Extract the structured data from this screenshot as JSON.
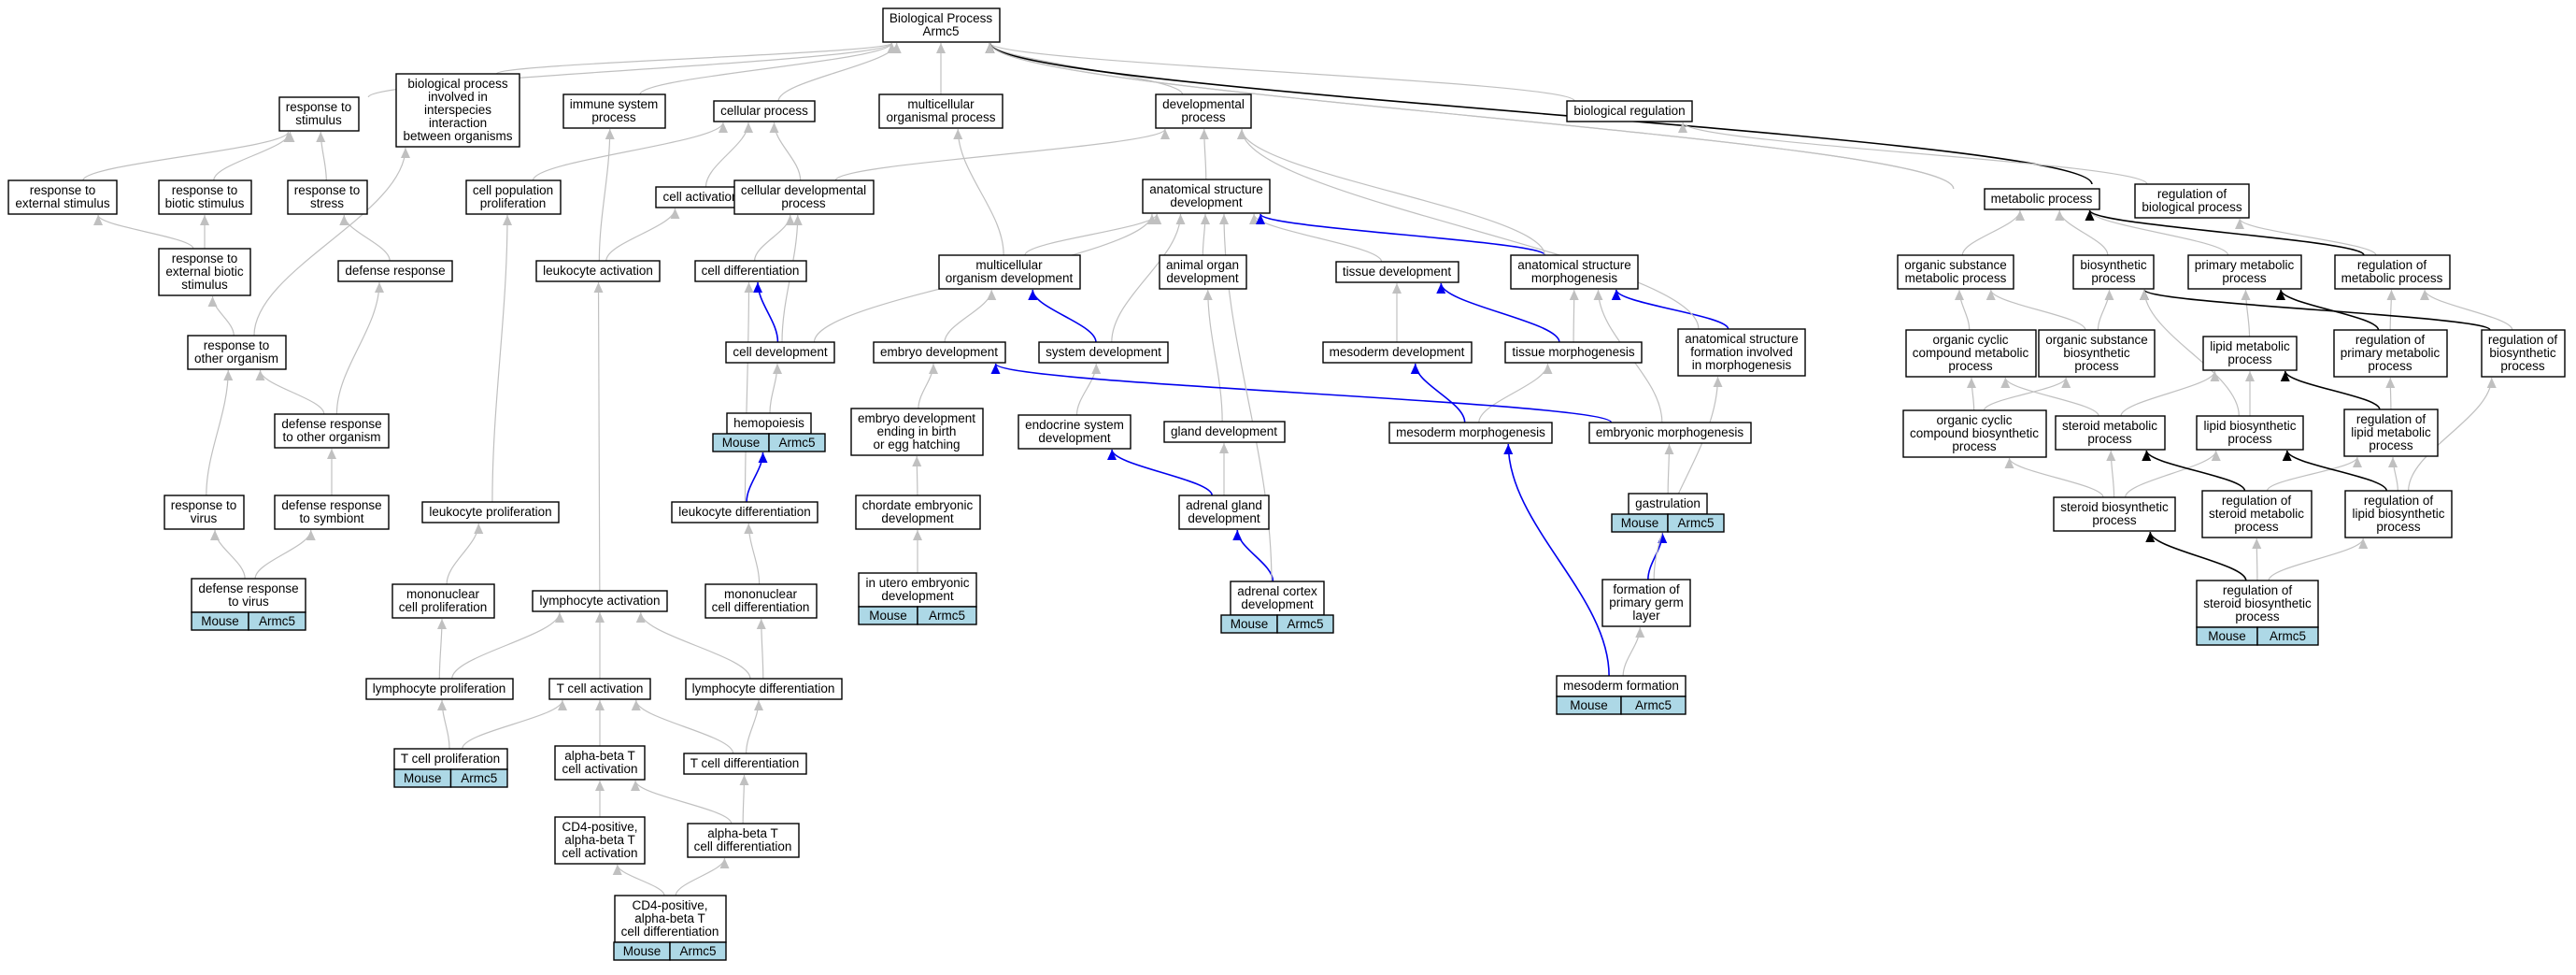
{
  "graph": {
    "colors": {
      "isa": "#c0c0c0",
      "part_of": "#0000ee",
      "regulates": "#000000",
      "annotation_fill": "#add8e6"
    },
    "nodes": [
      {
        "id": "bp",
        "lines": [
          "Biological Process",
          "Armc5"
        ]
      },
      {
        "id": "rts",
        "lines": [
          "response to",
          "stimulus"
        ]
      },
      {
        "id": "bpinter",
        "lines": [
          "biological process",
          "involved in",
          "interspecies",
          "interaction",
          "between organisms"
        ]
      },
      {
        "id": "imm",
        "lines": [
          "immune system",
          "process"
        ]
      },
      {
        "id": "cell",
        "lines": [
          "cellular process"
        ]
      },
      {
        "id": "multi",
        "lines": [
          "multicellular",
          "organismal process"
        ]
      },
      {
        "id": "dev",
        "lines": [
          "developmental",
          "process"
        ]
      },
      {
        "id": "bioreg",
        "lines": [
          "biological regulation"
        ]
      },
      {
        "id": "ext",
        "lines": [
          "response to",
          "external stimulus"
        ]
      },
      {
        "id": "biotic",
        "lines": [
          "response to",
          "biotic stimulus"
        ]
      },
      {
        "id": "stress",
        "lines": [
          "response to",
          "stress"
        ]
      },
      {
        "id": "extbio",
        "lines": [
          "response to",
          "external biotic",
          "stimulus"
        ]
      },
      {
        "id": "defresp",
        "lines": [
          "defense response"
        ]
      },
      {
        "id": "otherorg",
        "lines": [
          "response to",
          "other organism"
        ]
      },
      {
        "id": "defother",
        "lines": [
          "defense response",
          "to other organism"
        ]
      },
      {
        "id": "virus",
        "lines": [
          "response to",
          "virus"
        ]
      },
      {
        "id": "defsym",
        "lines": [
          "defense response",
          "to symbiont"
        ]
      },
      {
        "id": "defvirus",
        "lines": [
          "defense response",
          "to virus"
        ],
        "annot": [
          "Mouse",
          "Armc5"
        ]
      },
      {
        "id": "cpp",
        "lines": [
          "cell population",
          "proliferation"
        ]
      },
      {
        "id": "cellact",
        "lines": [
          "cell activation"
        ]
      },
      {
        "id": "celldevproc",
        "lines": [
          "cellular developmental",
          "process"
        ]
      },
      {
        "id": "leukact",
        "lines": [
          "leukocyte activation"
        ]
      },
      {
        "id": "celldiff",
        "lines": [
          "cell differentiation"
        ]
      },
      {
        "id": "leukprol",
        "lines": [
          "leukocyte proliferation"
        ]
      },
      {
        "id": "celldev",
        "lines": [
          "cell development"
        ]
      },
      {
        "id": "hemo",
        "lines": [
          "hemopoiesis"
        ],
        "annot": [
          "Mouse",
          "Armc5"
        ]
      },
      {
        "id": "leukdiff",
        "lines": [
          "leukocyte differentiation"
        ]
      },
      {
        "id": "mononucprol",
        "lines": [
          "mononuclear",
          "cell proliferation"
        ]
      },
      {
        "id": "lymphact",
        "lines": [
          "lymphocyte activation"
        ]
      },
      {
        "id": "mononucdiff",
        "lines": [
          "mononuclear",
          "cell differentiation"
        ]
      },
      {
        "id": "lymphprol",
        "lines": [
          "lymphocyte proliferation"
        ]
      },
      {
        "id": "tact",
        "lines": [
          "T cell activation"
        ]
      },
      {
        "id": "lymphdiff",
        "lines": [
          "lymphocyte differentiation"
        ]
      },
      {
        "id": "tprol",
        "lines": [
          "T cell proliferation"
        ],
        "annot": [
          "Mouse",
          "Armc5"
        ]
      },
      {
        "id": "abtact",
        "lines": [
          "alpha-beta T",
          "cell activation"
        ]
      },
      {
        "id": "tdiff",
        "lines": [
          "T cell differentiation"
        ]
      },
      {
        "id": "cd4act",
        "lines": [
          "CD4-positive,",
          "alpha-beta T",
          "cell activation"
        ]
      },
      {
        "id": "abtdiff",
        "lines": [
          "alpha-beta T",
          "cell differentiation"
        ]
      },
      {
        "id": "cd4diff",
        "lines": [
          "CD4-positive,",
          "alpha-beta T",
          "cell differentiation"
        ],
        "annot": [
          "Mouse",
          "Armc5"
        ]
      },
      {
        "id": "asd",
        "lines": [
          "anatomical structure",
          "development"
        ]
      },
      {
        "id": "mod",
        "lines": [
          "multicellular",
          "organism development"
        ]
      },
      {
        "id": "aod",
        "lines": [
          "animal organ",
          "development"
        ]
      },
      {
        "id": "tisdev",
        "lines": [
          "tissue development"
        ]
      },
      {
        "id": "asm",
        "lines": [
          "anatomical structure",
          "morphogenesis"
        ]
      },
      {
        "id": "embdev",
        "lines": [
          "embryo development"
        ]
      },
      {
        "id": "sysdev",
        "lines": [
          "system development"
        ]
      },
      {
        "id": "mesodev",
        "lines": [
          "mesoderm development"
        ]
      },
      {
        "id": "tismorph",
        "lines": [
          "tissue morphogenesis"
        ]
      },
      {
        "id": "asf",
        "lines": [
          "anatomical structure",
          "formation involved",
          "in morphogenesis"
        ]
      },
      {
        "id": "embbirth",
        "lines": [
          "embryo development",
          "ending in birth",
          "or egg hatching"
        ]
      },
      {
        "id": "endo",
        "lines": [
          "endocrine system",
          "development"
        ]
      },
      {
        "id": "gland",
        "lines": [
          "gland development"
        ]
      },
      {
        "id": "mesomorph",
        "lines": [
          "mesoderm morphogenesis"
        ]
      },
      {
        "id": "embmorph",
        "lines": [
          "embryonic morphogenesis"
        ]
      },
      {
        "id": "chordate",
        "lines": [
          "chordate embryonic",
          "development"
        ]
      },
      {
        "id": "adrenal",
        "lines": [
          "adrenal gland",
          "development"
        ]
      },
      {
        "id": "gastru",
        "lines": [
          "gastrulation"
        ],
        "annot": [
          "Mouse",
          "Armc5"
        ]
      },
      {
        "id": "inutero",
        "lines": [
          "in utero embryonic",
          "development"
        ],
        "annot": [
          "Mouse",
          "Armc5"
        ]
      },
      {
        "id": "cortex",
        "lines": [
          "adrenal cortex",
          "development"
        ],
        "annot": [
          "Mouse",
          "Armc5"
        ]
      },
      {
        "id": "germ",
        "lines": [
          "formation of",
          "primary germ",
          "layer"
        ]
      },
      {
        "id": "mesoform",
        "lines": [
          "mesoderm formation"
        ],
        "annot": [
          "Mouse",
          "Armc5"
        ]
      },
      {
        "id": "metab",
        "lines": [
          "metabolic process"
        ]
      },
      {
        "id": "regbio",
        "lines": [
          "regulation of",
          "biological process"
        ]
      },
      {
        "id": "orgsub",
        "lines": [
          "organic substance",
          "metabolic process"
        ]
      },
      {
        "id": "biosyn",
        "lines": [
          "biosynthetic",
          "process"
        ]
      },
      {
        "id": "primary",
        "lines": [
          "primary metabolic",
          "process"
        ]
      },
      {
        "id": "regmetab",
        "lines": [
          "regulation of",
          "metabolic process"
        ]
      },
      {
        "id": "occm",
        "lines": [
          "organic cyclic",
          "compound metabolic",
          "process"
        ]
      },
      {
        "id": "osb",
        "lines": [
          "organic substance",
          "biosynthetic",
          "process"
        ]
      },
      {
        "id": "lipidm",
        "lines": [
          "lipid metabolic",
          "process"
        ]
      },
      {
        "id": "regprim",
        "lines": [
          "regulation of",
          "primary metabolic",
          "process"
        ]
      },
      {
        "id": "regbiosyn",
        "lines": [
          "regulation of",
          "biosynthetic",
          "process"
        ]
      },
      {
        "id": "occb",
        "lines": [
          "organic cyclic",
          "compound biosynthetic",
          "process"
        ]
      },
      {
        "id": "steroidm",
        "lines": [
          "steroid metabolic",
          "process"
        ]
      },
      {
        "id": "lipidb",
        "lines": [
          "lipid biosynthetic",
          "process"
        ]
      },
      {
        "id": "reglipidm",
        "lines": [
          "regulation of",
          "lipid metabolic",
          "process"
        ]
      },
      {
        "id": "steroidb",
        "lines": [
          "steroid biosynthetic",
          "process"
        ]
      },
      {
        "id": "regsteroidm",
        "lines": [
          "regulation of",
          "steroid metabolic",
          "process"
        ]
      },
      {
        "id": "reglipidb",
        "lines": [
          "regulation of",
          "lipid biosynthetic",
          "process"
        ]
      },
      {
        "id": "regsteroidb",
        "lines": [
          "regulation of",
          "steroid biosynthetic",
          "process"
        ],
        "annot": [
          "Mouse",
          "Armc5"
        ]
      }
    ],
    "edges": [
      [
        "rts",
        "bp",
        "isa"
      ],
      [
        "bpinter",
        "bp",
        "isa"
      ],
      [
        "imm",
        "bp",
        "isa"
      ],
      [
        "cell",
        "bp",
        "isa"
      ],
      [
        "multi",
        "bp",
        "isa"
      ],
      [
        "dev",
        "bp",
        "isa"
      ],
      [
        "bioreg",
        "bp",
        "isa"
      ],
      [
        "metab",
        "bp",
        "isa"
      ],
      [
        "regbio",
        "bp",
        "regulates"
      ],
      [
        "ext",
        "rts",
        "isa"
      ],
      [
        "biotic",
        "rts",
        "isa"
      ],
      [
        "stress",
        "rts",
        "isa"
      ],
      [
        "extbio",
        "ext",
        "isa"
      ],
      [
        "extbio",
        "biotic",
        "isa"
      ],
      [
        "defresp",
        "stress",
        "isa"
      ],
      [
        "otherorg",
        "extbio",
        "isa"
      ],
      [
        "otherorg",
        "bpinter",
        "isa"
      ],
      [
        "defother",
        "otherorg",
        "isa"
      ],
      [
        "defother",
        "defresp",
        "isa"
      ],
      [
        "virus",
        "otherorg",
        "isa"
      ],
      [
        "defsym",
        "defother",
        "isa"
      ],
      [
        "defvirus",
        "virus",
        "isa"
      ],
      [
        "defvirus",
        "defsym",
        "isa"
      ],
      [
        "cellact",
        "cell",
        "isa"
      ],
      [
        "celldevproc",
        "cell",
        "isa"
      ],
      [
        "celldevproc",
        "dev",
        "isa"
      ],
      [
        "leukact",
        "cellact",
        "isa"
      ],
      [
        "leukact",
        "imm",
        "isa"
      ],
      [
        "celldiff",
        "celldevproc",
        "isa"
      ],
      [
        "cpp",
        "cell",
        "isa"
      ],
      [
        "leukprol",
        "cpp",
        "isa"
      ],
      [
        "celldev",
        "celldevproc",
        "isa"
      ],
      [
        "celldev",
        "asd",
        "isa"
      ],
      [
        "celldev",
        "celldiff",
        "part_of"
      ],
      [
        "hemo",
        "celldev",
        "isa"
      ],
      [
        "leukdiff",
        "hemo",
        "part_of"
      ],
      [
        "leukdiff",
        "celldiff",
        "isa"
      ],
      [
        "mononucprol",
        "leukprol",
        "isa"
      ],
      [
        "lymphact",
        "leukact",
        "isa"
      ],
      [
        "mononucdiff",
        "leukdiff",
        "isa"
      ],
      [
        "lymphprol",
        "mononucprol",
        "isa"
      ],
      [
        "lymphprol",
        "lymphact",
        "isa"
      ],
      [
        "tact",
        "lymphact",
        "isa"
      ],
      [
        "lymphdiff",
        "lymphact",
        "isa"
      ],
      [
        "lymphdiff",
        "mononucdiff",
        "isa"
      ],
      [
        "tprol",
        "lymphprol",
        "isa"
      ],
      [
        "tprol",
        "tact",
        "isa"
      ],
      [
        "abtact",
        "tact",
        "isa"
      ],
      [
        "tdiff",
        "tact",
        "isa"
      ],
      [
        "tdiff",
        "lymphdiff",
        "isa"
      ],
      [
        "cd4act",
        "abtact",
        "isa"
      ],
      [
        "abtdiff",
        "abtact",
        "isa"
      ],
      [
        "abtdiff",
        "tdiff",
        "isa"
      ],
      [
        "cd4diff",
        "cd4act",
        "isa"
      ],
      [
        "cd4diff",
        "abtdiff",
        "isa"
      ],
      [
        "asd",
        "dev",
        "isa"
      ],
      [
        "mod",
        "asd",
        "isa"
      ],
      [
        "mod",
        "multi",
        "isa"
      ],
      [
        "aod",
        "asd",
        "isa"
      ],
      [
        "tisdev",
        "asd",
        "isa"
      ],
      [
        "asm",
        "asd",
        "part_of"
      ],
      [
        "asm",
        "dev",
        "isa"
      ],
      [
        "embdev",
        "mod",
        "isa"
      ],
      [
        "sysdev",
        "asd",
        "isa"
      ],
      [
        "sysdev",
        "mod",
        "part_of"
      ],
      [
        "mesodev",
        "tisdev",
        "isa"
      ],
      [
        "tismorph",
        "asm",
        "isa"
      ],
      [
        "tismorph",
        "tisdev",
        "part_of"
      ],
      [
        "asf",
        "asm",
        "part_of"
      ],
      [
        "asf",
        "dev",
        "isa"
      ],
      [
        "embbirth",
        "embdev",
        "isa"
      ],
      [
        "endo",
        "sysdev",
        "isa"
      ],
      [
        "gland",
        "aod",
        "isa"
      ],
      [
        "mesomorph",
        "mesodev",
        "part_of"
      ],
      [
        "mesomorph",
        "tismorph",
        "isa"
      ],
      [
        "embmorph",
        "embdev",
        "part_of"
      ],
      [
        "embmorph",
        "asm",
        "isa"
      ],
      [
        "chordate",
        "embbirth",
        "isa"
      ],
      [
        "adrenal",
        "gland",
        "isa"
      ],
      [
        "adrenal",
        "endo",
        "part_of"
      ],
      [
        "gastru",
        "embmorph",
        "isa"
      ],
      [
        "inutero",
        "chordate",
        "isa"
      ],
      [
        "cortex",
        "adrenal",
        "part_of"
      ],
      [
        "cortex",
        "asd",
        "isa"
      ],
      [
        "germ",
        "gastru",
        "part_of"
      ],
      [
        "germ",
        "asf",
        "isa"
      ],
      [
        "mesoform",
        "mesomorph",
        "part_of"
      ],
      [
        "mesoform",
        "germ",
        "isa"
      ],
      [
        "metab",
        "bp",
        "isa"
      ],
      [
        "regbio",
        "bioreg",
        "isa"
      ],
      [
        "orgsub",
        "metab",
        "isa"
      ],
      [
        "biosyn",
        "metab",
        "isa"
      ],
      [
        "primary",
        "metab",
        "isa"
      ],
      [
        "regmetab",
        "metab",
        "regulates"
      ],
      [
        "regmetab",
        "regbio",
        "isa"
      ],
      [
        "occm",
        "orgsub",
        "isa"
      ],
      [
        "osb",
        "orgsub",
        "isa"
      ],
      [
        "osb",
        "biosyn",
        "isa"
      ],
      [
        "lipidm",
        "primary",
        "isa"
      ],
      [
        "regprim",
        "primary",
        "regulates"
      ],
      [
        "regprim",
        "regmetab",
        "isa"
      ],
      [
        "regbiosyn",
        "biosyn",
        "regulates"
      ],
      [
        "regbiosyn",
        "regmetab",
        "isa"
      ],
      [
        "occb",
        "occm",
        "isa"
      ],
      [
        "occb",
        "osb",
        "isa"
      ],
      [
        "steroidm",
        "lipidm",
        "isa"
      ],
      [
        "steroidm",
        "occm",
        "isa"
      ],
      [
        "lipidb",
        "lipidm",
        "isa"
      ],
      [
        "lipidb",
        "biosyn",
        "isa"
      ],
      [
        "reglipidm",
        "lipidm",
        "regulates"
      ],
      [
        "reglipidm",
        "regprim",
        "isa"
      ],
      [
        "steroidb",
        "steroidm",
        "isa"
      ],
      [
        "steroidb",
        "lipidb",
        "isa"
      ],
      [
        "steroidb",
        "occb",
        "isa"
      ],
      [
        "regsteroidm",
        "steroidm",
        "regulates"
      ],
      [
        "regsteroidm",
        "reglipidm",
        "isa"
      ],
      [
        "reglipidb",
        "lipidb",
        "regulates"
      ],
      [
        "reglipidb",
        "reglipidm",
        "isa"
      ],
      [
        "reglipidb",
        "regbiosyn",
        "isa"
      ],
      [
        "regsteroidb",
        "steroidb",
        "regulates"
      ],
      [
        "regsteroidb",
        "regsteroidm",
        "isa"
      ],
      [
        "regsteroidb",
        "reglipidb",
        "isa"
      ]
    ]
  }
}
